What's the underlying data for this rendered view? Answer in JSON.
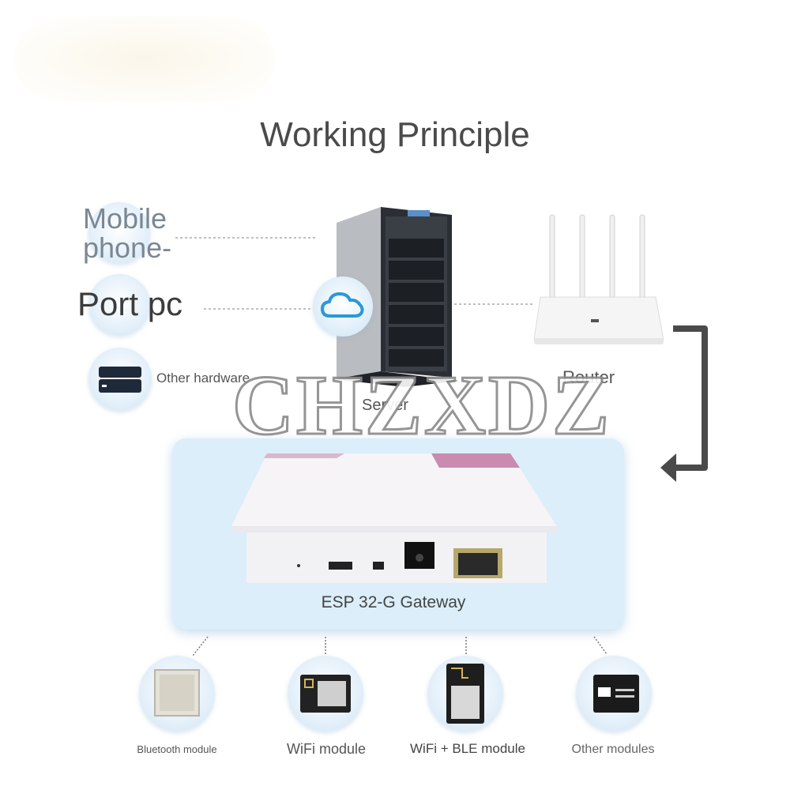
{
  "title": "Working Principle",
  "watermark": "CHZXDZ",
  "left_labels": {
    "mobile": "Mobile\nphone-",
    "pc": "Port pc",
    "other_hardware": "Other hardware"
  },
  "nodes": {
    "server": "Server",
    "router": "Router",
    "gateway": "ESP 32-G Gateway"
  },
  "modules": [
    {
      "label": "Bluetooth module"
    },
    {
      "label": "WiFi module"
    },
    {
      "label": "WiFi + BLE module"
    },
    {
      "label": "Other modules"
    }
  ],
  "colors": {
    "panel": "#dbeefa",
    "cloud": "#2a98d8",
    "arrow": "#4a4a4a"
  }
}
